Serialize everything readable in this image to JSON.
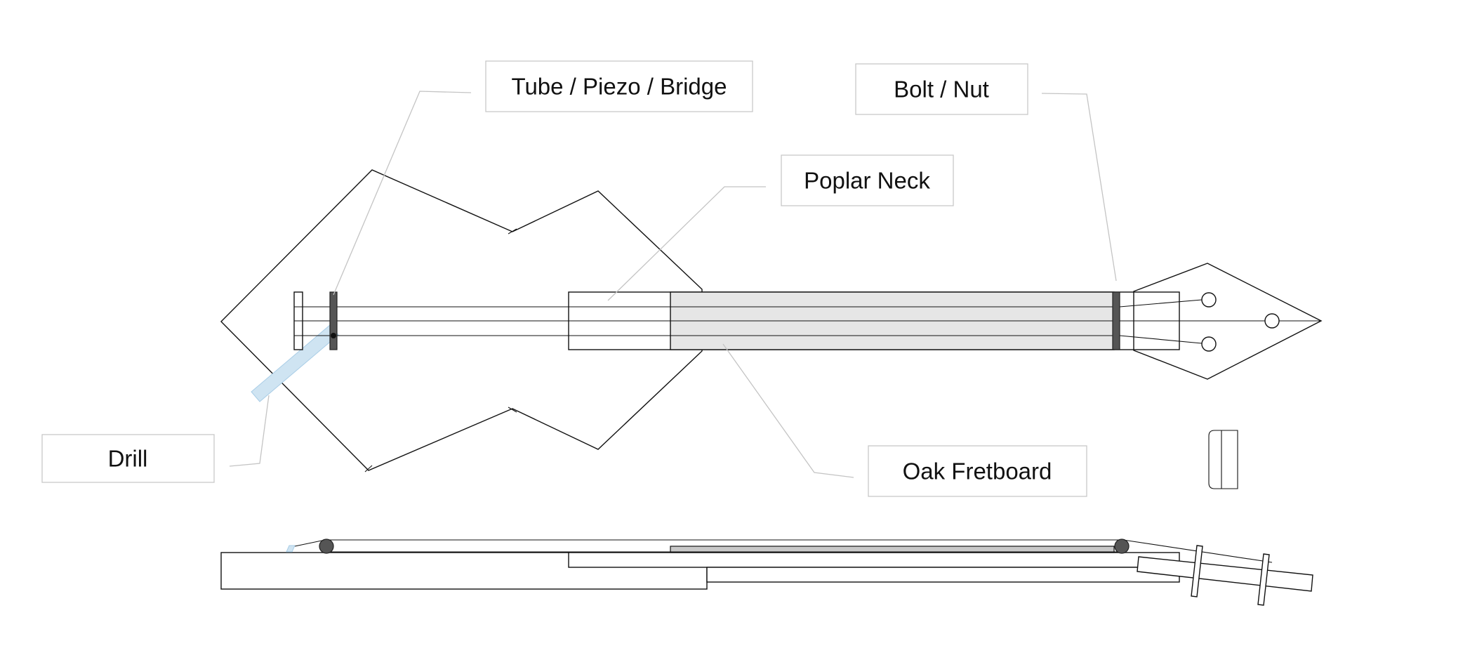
{
  "labels": {
    "tube_piezo_bridge": "Tube / Piezo / Bridge",
    "bolt_nut": "Bolt / Nut",
    "poplar_neck": "Poplar Neck",
    "drill": "Drill",
    "oak_fretboard": "Oak Fretboard"
  },
  "colors": {
    "fretboard_fill": "#e6e6e6",
    "drill_fill": "#cfe4f2",
    "hardware_fill": "#555555"
  }
}
